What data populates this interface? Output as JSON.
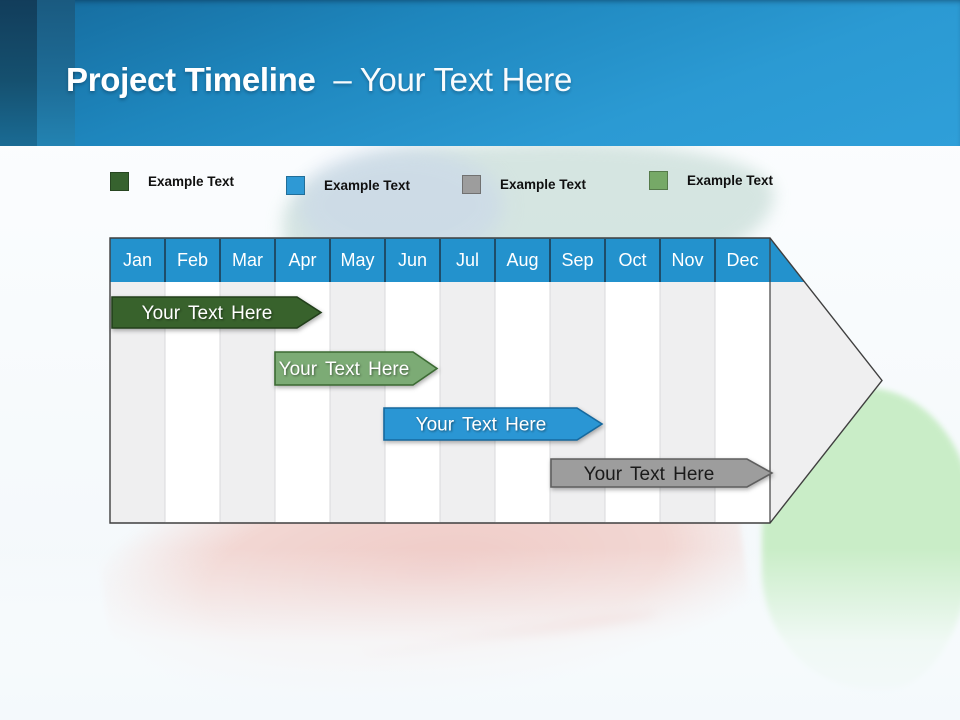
{
  "slide": {
    "title_bold": "Project Timeline",
    "title_rest": "– Your Text Here"
  },
  "legend": {
    "items": [
      {
        "label": "Example Text",
        "color": "#36622e"
      },
      {
        "label": "Example Text",
        "color": "#2e99d5"
      },
      {
        "label": "Example Text",
        "color": "#9d9d9d"
      },
      {
        "label": "Example Text",
        "color": "#76a967"
      }
    ]
  },
  "timeline": {
    "months": [
      "Jan",
      "Feb",
      "Mar",
      "Apr",
      "May",
      "Jun",
      "Jul",
      "Aug",
      "Sep",
      "Oct",
      "Nov",
      "Dec"
    ],
    "header_color": "#2392cd",
    "bars": [
      {
        "label": "Your Text Here",
        "color": "#38622c",
        "border": "#223f1b",
        "text_color": "#ffffff",
        "start_month": "Jan",
        "end_month": "Apr"
      },
      {
        "label": "Your Text Here",
        "color": "#7cab75",
        "border": "#3c6b33",
        "text_color": "#ffffff",
        "start_month": "Apr",
        "end_month": "Jun"
      },
      {
        "label": "Your Text Here",
        "color": "#2a96d4",
        "border": "#16699e",
        "text_color": "#ffffff",
        "start_month": "Jun",
        "end_month": "Sep"
      },
      {
        "label": "Your Text Here",
        "color": "#9d9d9d",
        "border": "#5f5f5f",
        "text_color": "#1a1a1a",
        "start_month": "Sep",
        "end_month": "Dec"
      }
    ]
  },
  "chart_data": {
    "type": "gantt",
    "categories": [
      "Jan",
      "Feb",
      "Mar",
      "Apr",
      "May",
      "Jun",
      "Jul",
      "Aug",
      "Sep",
      "Oct",
      "Nov",
      "Dec"
    ],
    "title": "Project Timeline – Your Text Here",
    "series": [
      {
        "name": "Your Text Here",
        "color": "#38622c",
        "start": "Jan",
        "end": "Apr"
      },
      {
        "name": "Your Text Here",
        "color": "#7cab75",
        "start": "Apr",
        "end": "Jun"
      },
      {
        "name": "Your Text Here",
        "color": "#2a96d4",
        "start": "Jun",
        "end": "Sep"
      },
      {
        "name": "Your Text Here",
        "color": "#9d9d9d",
        "start": "Sep",
        "end": "Dec"
      }
    ],
    "legend_position": "top",
    "grid": "monthly columns, alternating shading"
  }
}
